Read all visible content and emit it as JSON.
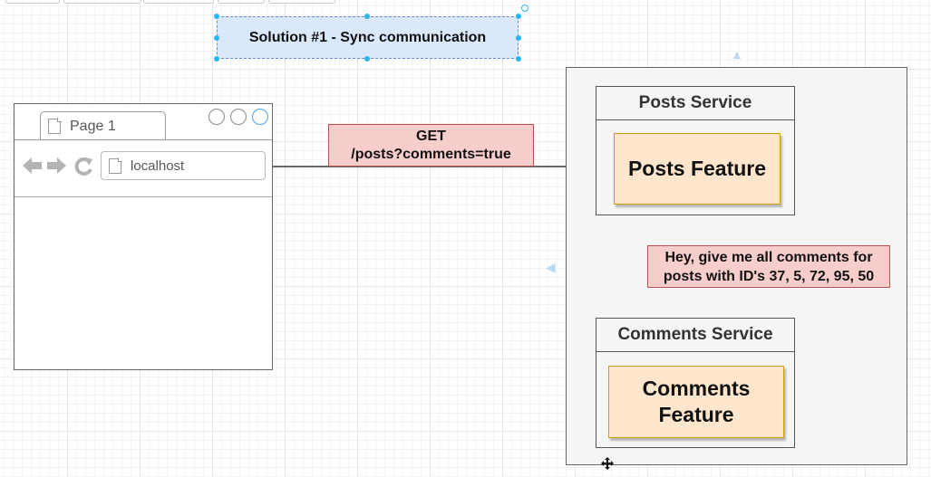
{
  "diagram": {
    "title": "Solution #1 - Sync communication",
    "browser": {
      "tab_label": "Page 1",
      "address": "localhost"
    },
    "request_label": {
      "line1": "GET",
      "line2": "/posts?comments=true"
    },
    "posts_service": {
      "title": "Posts Service",
      "feature": "Posts Feature"
    },
    "message_label": {
      "line1": "Hey, give me all comments for",
      "line2": "posts with ID's 37, 5, 72, 95, 50"
    },
    "comments_service": {
      "title": "Comments Service",
      "feature_line1": "Comments",
      "feature_line2": "Feature"
    }
  },
  "colors": {
    "title_fill": "#dae8fc",
    "title_border": "#6c8ebf",
    "label_fill": "#f8cecc",
    "label_border": "#b85450",
    "feature_fill": "#ffe6cc",
    "feature_border": "#d79b00",
    "service_fill": "#f5f5f5",
    "selection_handle": "#29b6f2"
  }
}
